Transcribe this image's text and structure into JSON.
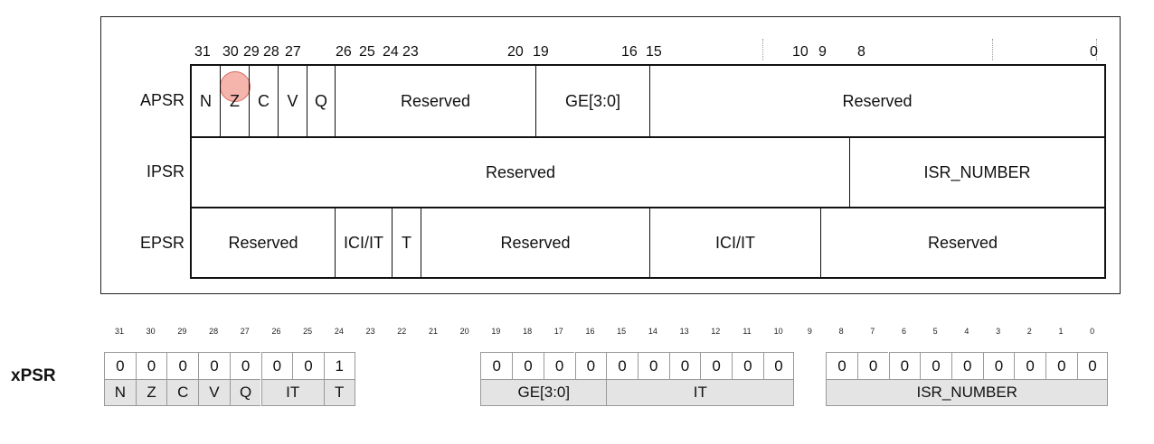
{
  "registers": {
    "apsr_label": "APSR",
    "ipsr_label": "IPSR",
    "epsr_label": "EPSR"
  },
  "bit_labels": [
    {
      "text": "31"
    },
    {
      "text": "30"
    },
    {
      "text": "29"
    },
    {
      "text": "28"
    },
    {
      "text": "27"
    },
    {
      "text": "26"
    },
    {
      "text": "25"
    },
    {
      "text": "24"
    },
    {
      "text": "23"
    },
    {
      "text": "20"
    },
    {
      "text": "19"
    },
    {
      "text": "16"
    },
    {
      "text": "15"
    },
    {
      "text": "10"
    },
    {
      "text": "9"
    },
    {
      "text": "8"
    },
    {
      "text": "0"
    }
  ],
  "apsr_fields": [
    "N",
    "Z",
    "C",
    "V",
    "Q",
    "Reserved",
    "GE[3:0]",
    "Reserved"
  ],
  "ipsr_fields": [
    "Reserved",
    "ISR_NUMBER"
  ],
  "epsr_fields": [
    "Reserved",
    "ICI/IT",
    "T",
    "Reserved",
    "ICI/IT",
    "Reserved"
  ],
  "xpsr": {
    "label": "xPSR",
    "bit_numbers": [
      "31",
      "30",
      "29",
      "28",
      "27",
      "26",
      "25",
      "24",
      "23",
      "22",
      "21",
      "20",
      "19",
      "18",
      "17",
      "16",
      "15",
      "14",
      "13",
      "12",
      "11",
      "10",
      "9",
      "8",
      "7",
      "6",
      "5",
      "4",
      "3",
      "2",
      "1",
      "0"
    ],
    "values": [
      "0",
      "0",
      "0",
      "0",
      "0",
      "0",
      "0",
      "1",
      "",
      "",
      "",
      "",
      "0",
      "0",
      "0",
      "0",
      "0",
      "0",
      "0",
      "0",
      "0",
      "0",
      "",
      "0",
      "0",
      "0",
      "0",
      "0",
      "0",
      "0",
      "0",
      "0"
    ],
    "fields": [
      "N",
      "Z",
      "C",
      "V",
      "Q",
      "IT",
      "T",
      "GE[3:0]",
      "IT",
      "ISR_NUMBER"
    ]
  }
}
